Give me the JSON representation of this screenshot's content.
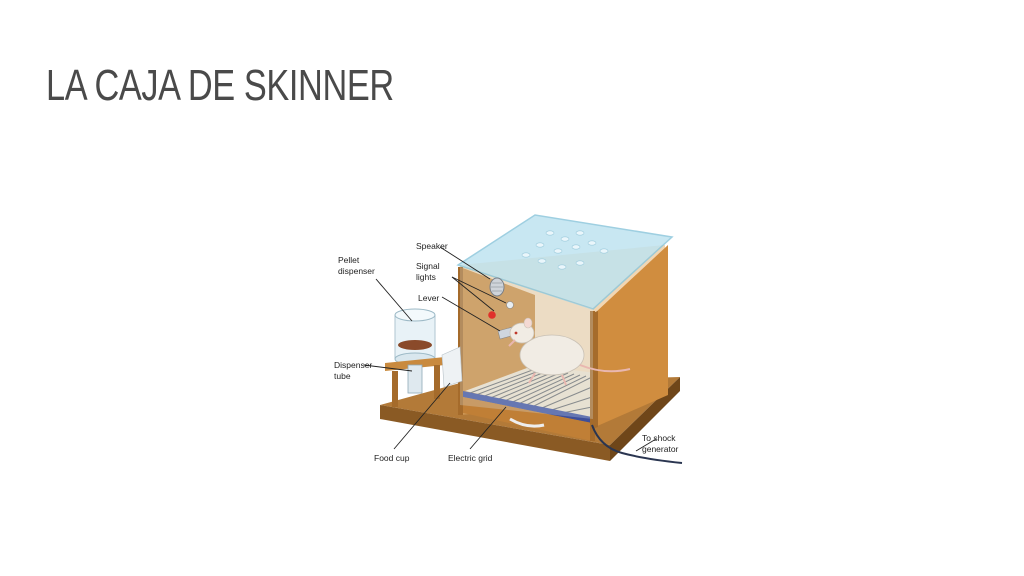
{
  "slide": {
    "title": "LA CAJA DE SKINNER"
  },
  "diagram": {
    "labels": {
      "pellet_dispenser": [
        "Pellet",
        "dispenser"
      ],
      "speaker": "Speaker",
      "signal_lights": [
        "Signal",
        "lights"
      ],
      "lever": "Lever",
      "dispenser_tube": [
        "Dispenser",
        "tube"
      ],
      "food_cup": "Food cup",
      "electric_grid": "Electric grid",
      "to_shock_generator": [
        "To shock",
        "generator"
      ]
    },
    "colors": {
      "wood": "#c98a3e",
      "wood_dark": "#9c6428",
      "wood_light": "#e0a55a",
      "glass": "#bfe3f0",
      "signal_red": "#e0312b",
      "rat": "#f1ece4",
      "grid": "#6a6a6a",
      "cable": "#2a3550"
    }
  }
}
